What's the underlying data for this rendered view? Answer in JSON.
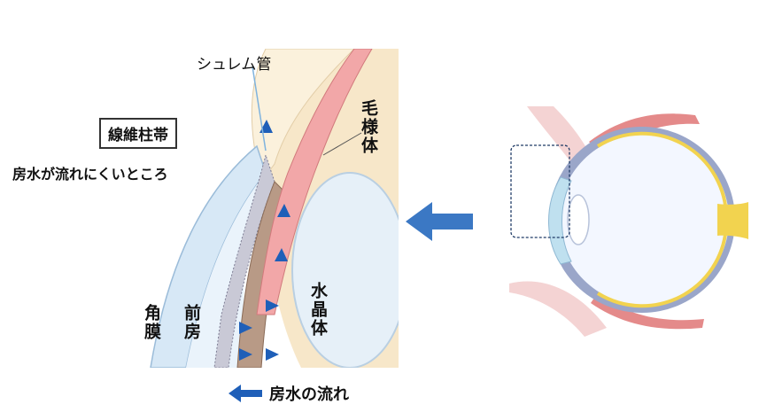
{
  "labels": {
    "schlemm_canal": "シュレム管",
    "trabecular_meshwork": "線維柱帯",
    "poor_outflow_area": "房水が流れにくいところ",
    "ciliary_body": "毛様体",
    "lens": "水晶体",
    "cornea": "角膜",
    "anterior_chamber": "前房"
  },
  "legend": {
    "label": "房水の流れ",
    "arrow_color": "#1f5fb8"
  },
  "colors": {
    "tissue_pink": "#f2a7a8",
    "lens_blue": "#e6f0f8",
    "cornea_blue": "#d7e8f6",
    "background_beige": "#f7e7c9",
    "flow_blue": "#1f5fb8",
    "big_arrow_blue": "#3b78c4"
  }
}
